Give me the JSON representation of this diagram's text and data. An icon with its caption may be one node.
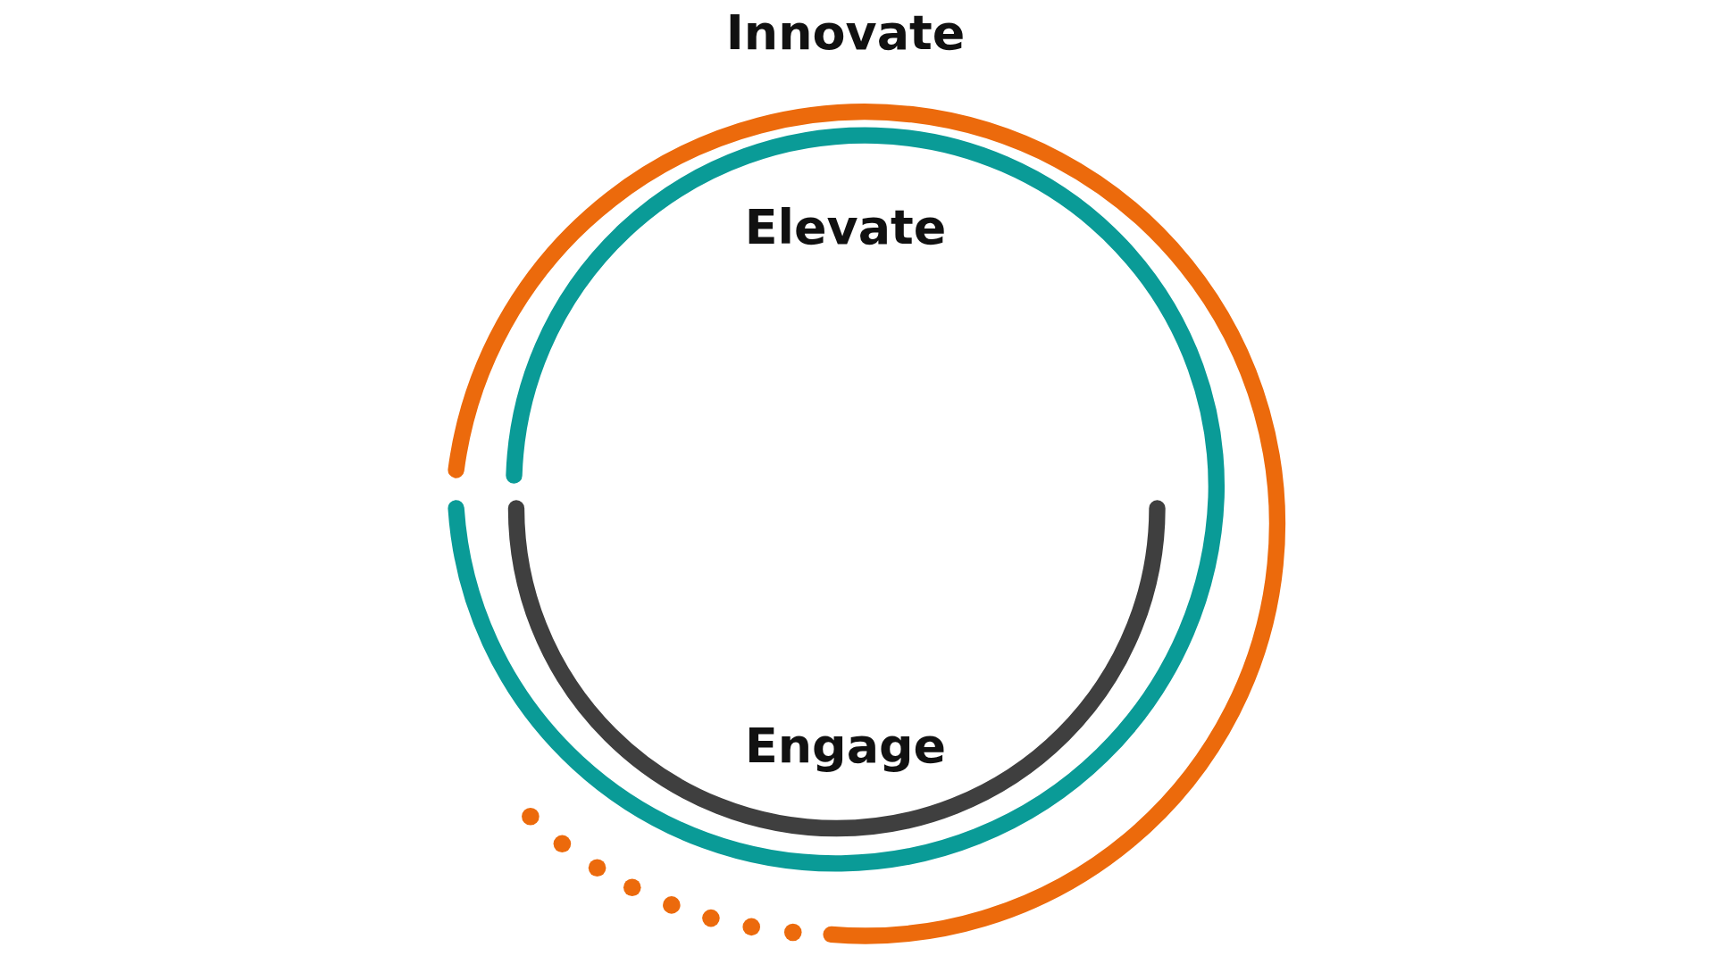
{
  "diagram": {
    "labels": [
      "Innovate",
      "Elevate",
      "Engage"
    ]
  }
}
